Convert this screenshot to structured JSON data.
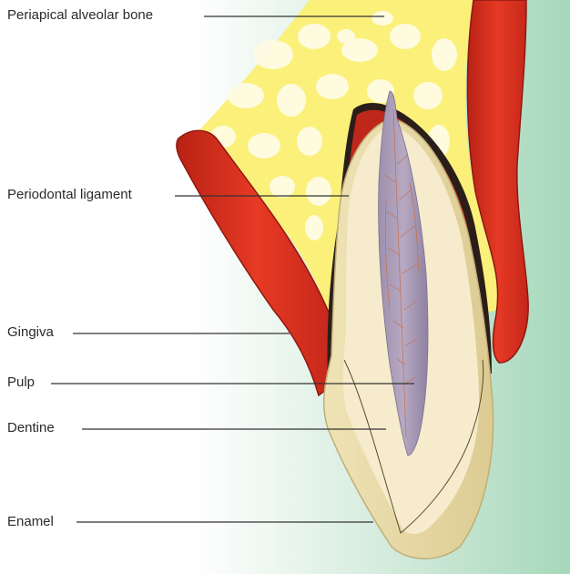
{
  "labels": {
    "periapical_bone": "Periapical alveolar bone",
    "periodontal_ligament": "Periodontal ligament",
    "gingiva": "Gingiva",
    "pulp": "Pulp",
    "dentine": "Dentine",
    "enamel": "Enamel"
  },
  "colors": {
    "background_left": "#ffffff",
    "background_right": "#a9d9bd",
    "bone": "#fbf07a",
    "bone_trabeculae": "#fffbe0",
    "gingiva": "#dc2e1c",
    "gingiva_edge": "#8e1810",
    "ligament": "#2b1e1a",
    "dentine": "#f6eccd",
    "enamel": "#e7d8a4",
    "pulp": "#a99bb6",
    "pulp_vessels": "#c9693f",
    "leader_line": "#333333"
  }
}
